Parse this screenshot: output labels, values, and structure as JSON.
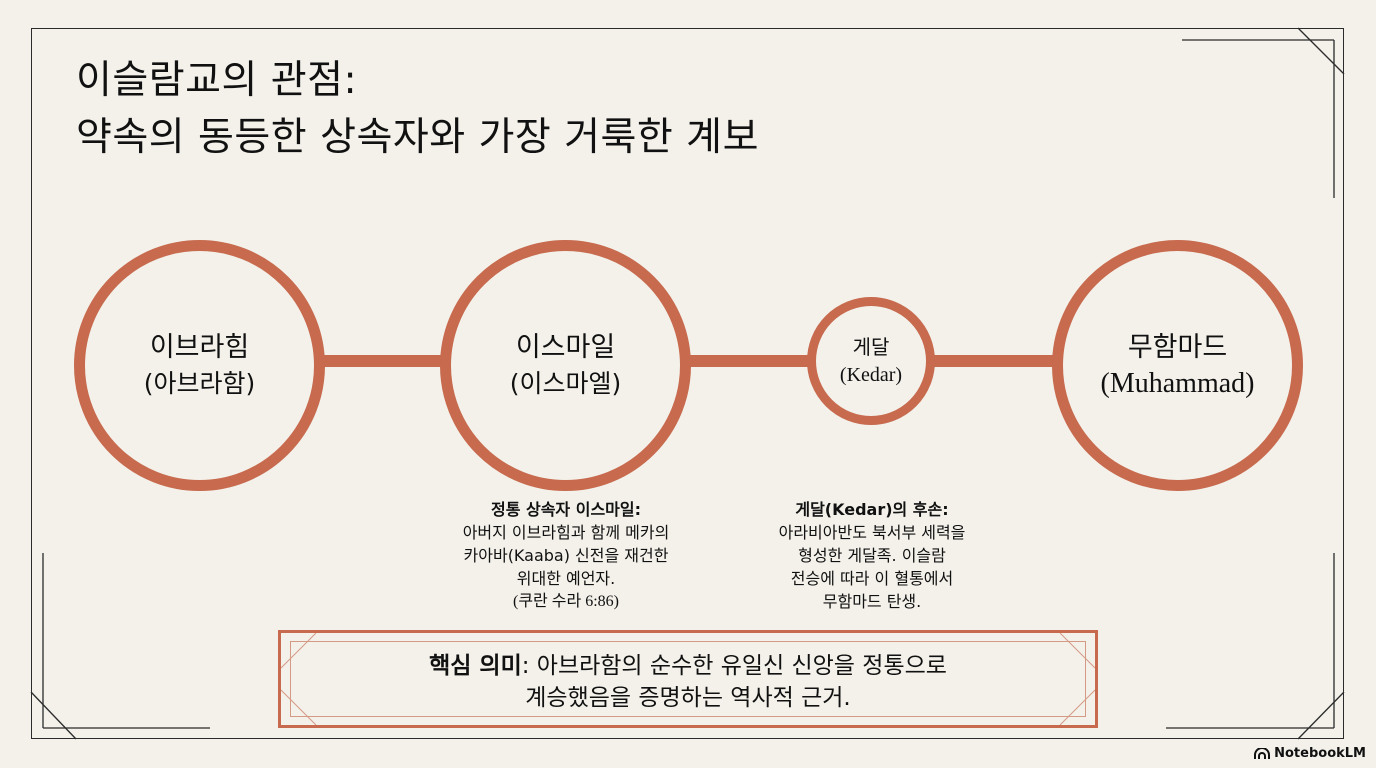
{
  "title": {
    "line1": "이슬람교의 관점:",
    "line2": "약속의 동등한 상속자와 가장 거룩한 계보"
  },
  "nodes": [
    {
      "name": "이브라힘",
      "alt": "(아브라함)"
    },
    {
      "name": "이스마일",
      "alt": "(이스마엘)"
    },
    {
      "name": "게달",
      "alt": "(Kedar)"
    },
    {
      "name": "무함마드",
      "alt": "(Muhammad)"
    }
  ],
  "notes": {
    "ishmael": {
      "heading": "정통 상속자 이스마일:",
      "lines": [
        "아버지 이브라힘과 함께 메카의",
        "카아바(Kaaba) 신전을 재건한",
        "위대한 예언자."
      ],
      "ref": "(쿠란 수라 6:86)"
    },
    "kedar": {
      "heading": "게달(Kedar)의 후손:",
      "lines": [
        "아라비아반도 북서부 세력을",
        "형성한 게달족. 이슬람",
        "전승에 따라 이 혈통에서",
        "무함마드 탄생."
      ]
    }
  },
  "key_message": {
    "label": "핵심 의미",
    "line1": ": 아브라함의 순수한 유일신 신앙을 정통으로",
    "line2": "계승했음을 증명하는 역사적 근거."
  },
  "brand": {
    "label": "NotebookLM",
    "icon": "notebooklm-logo-icon"
  },
  "colors": {
    "accent": "#c76a4e",
    "background": "#f3f1ea",
    "text": "#111111"
  }
}
